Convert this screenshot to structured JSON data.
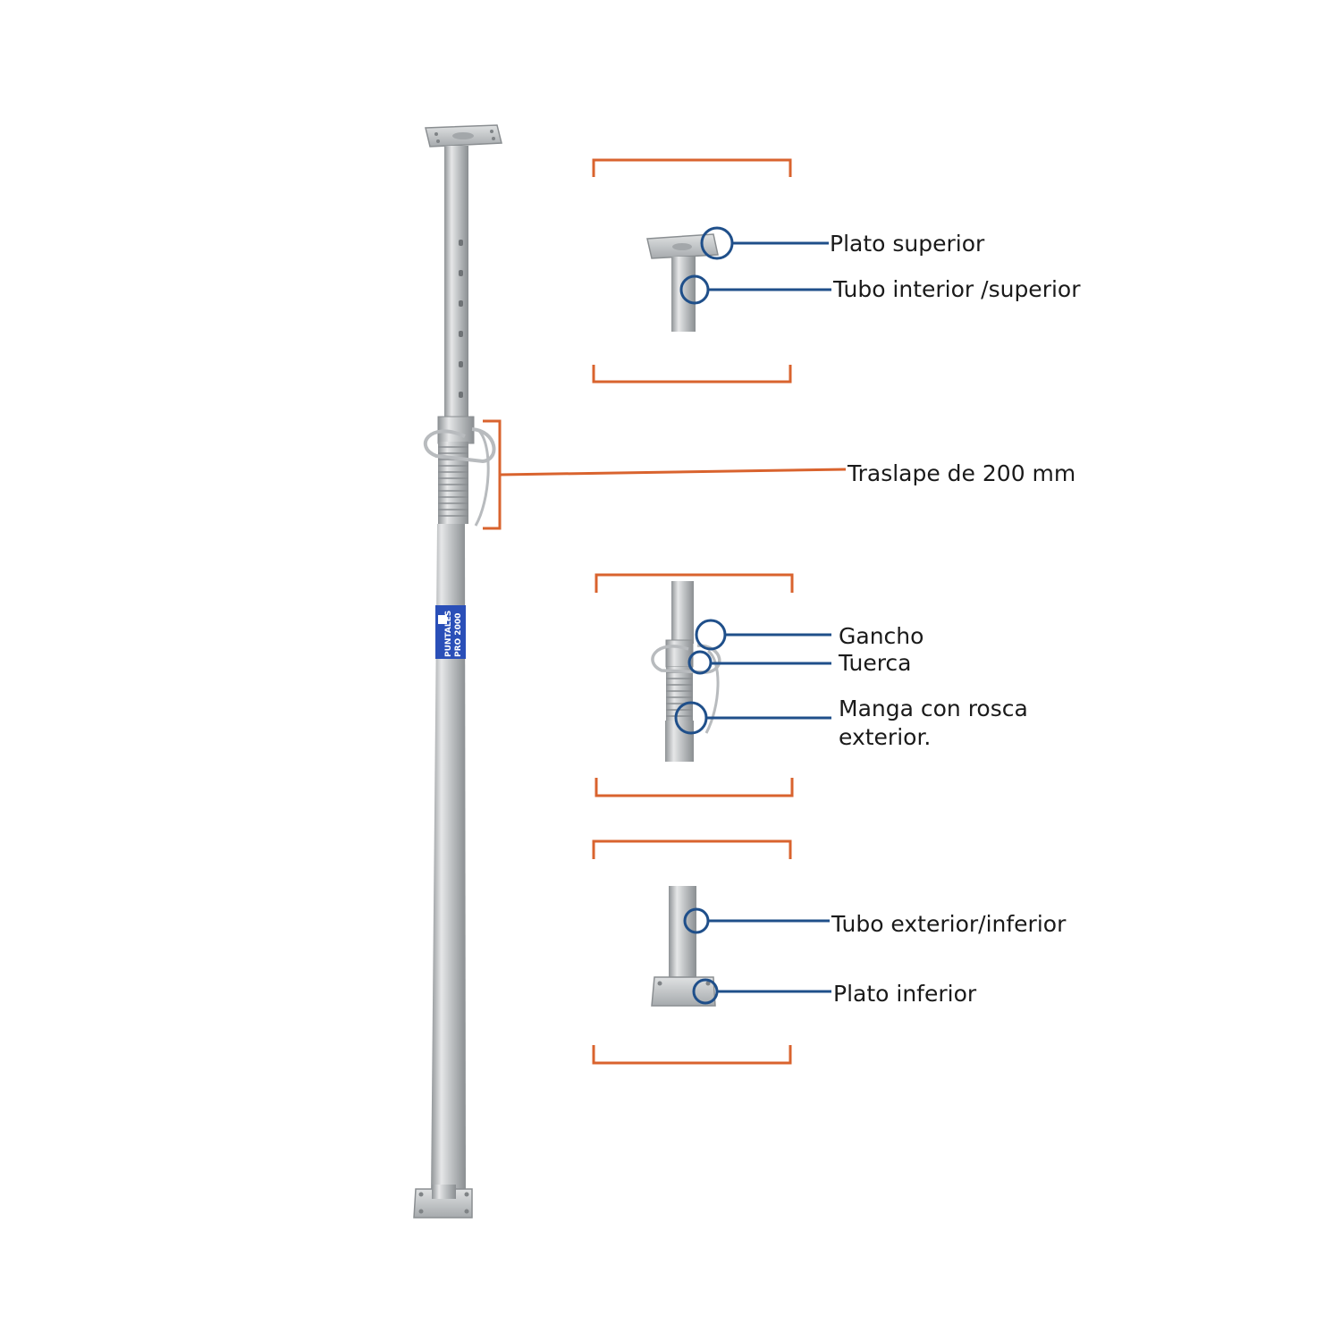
{
  "labels": {
    "plato_superior": "Plato superior",
    "tubo_interior": "Tubo interior /superior",
    "traslape": "Traslape de 200 mm",
    "gancho": "Gancho",
    "tuerca": "Tuerca",
    "manga_line1": "Manga con rosca",
    "manga_line2": "exterior.",
    "tubo_exterior": "Tubo exterior/inferior",
    "plato_inferior": "Plato inferior"
  },
  "sticker": {
    "line1": "PUNTALES",
    "line2": "PRO 2000",
    "color": "#2a4fb8"
  },
  "colors": {
    "bracket": "#d9632e",
    "callout": "#1f4f8a",
    "metal_light": "#e6e7e8",
    "metal_mid": "#b9bcbf",
    "metal_dark": "#8f9396"
  }
}
